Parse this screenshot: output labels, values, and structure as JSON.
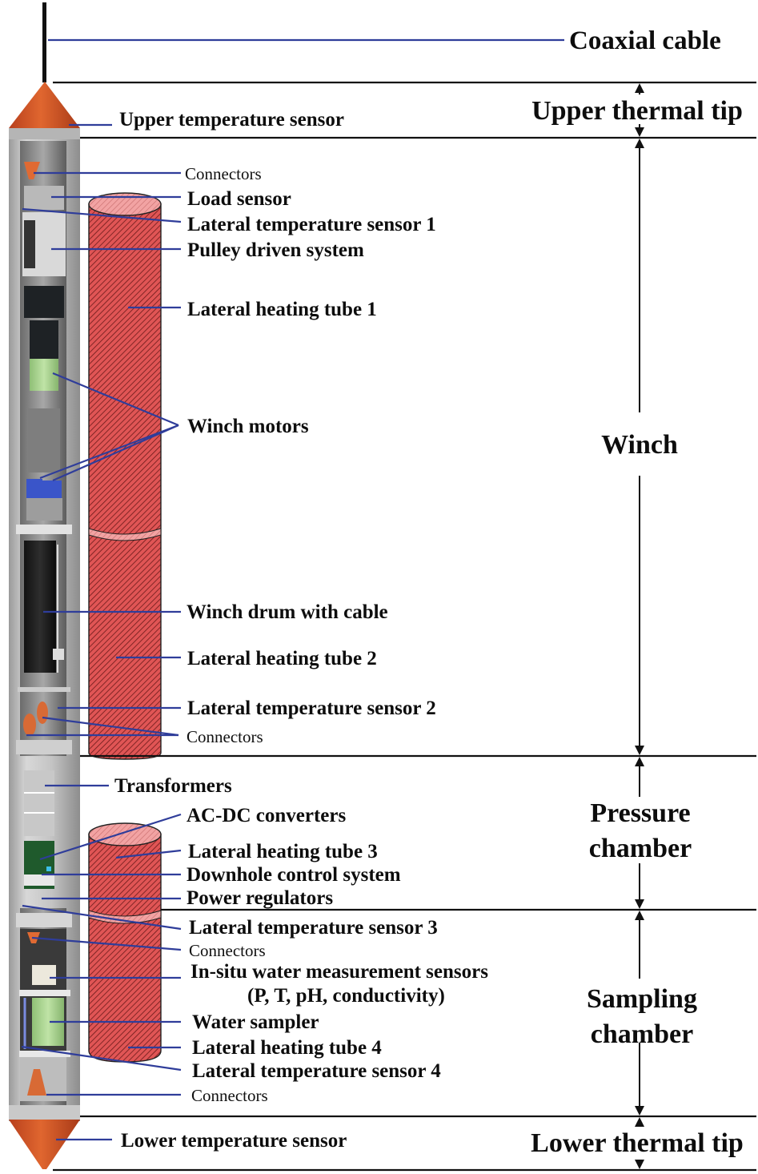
{
  "figure": {
    "top_label": "Coaxial cable",
    "sections": [
      {
        "id": "upper-thermal-tip",
        "label_lines": [
          "Upper thermal tip"
        ]
      },
      {
        "id": "winch",
        "label_lines": [
          "Winch"
        ]
      },
      {
        "id": "pressure-chamber",
        "label_lines": [
          "Pressure",
          "chamber"
        ]
      },
      {
        "id": "sampling-chamber",
        "label_lines": [
          "Sampling",
          "chamber"
        ]
      },
      {
        "id": "lower-thermal-tip",
        "label_lines": [
          "Lower thermal tip"
        ]
      }
    ],
    "components": [
      {
        "id": "upper-temperature-sensor",
        "label": "Upper temperature sensor",
        "bold": true
      },
      {
        "id": "connectors-1",
        "label": "Connectors",
        "bold": false
      },
      {
        "id": "load-sensor",
        "label": "Load sensor",
        "bold": true
      },
      {
        "id": "lateral-temperature-sensor-1",
        "label": "Lateral temperature sensor 1",
        "bold": true
      },
      {
        "id": "pulley-driven-system",
        "label": "Pulley driven system",
        "bold": true
      },
      {
        "id": "lateral-heating-tube-1",
        "label": "Lateral heating tube 1",
        "bold": true
      },
      {
        "id": "winch-motors",
        "label": "Winch motors",
        "bold": true
      },
      {
        "id": "winch-drum-with-cable",
        "label": "Winch drum with cable",
        "bold": true
      },
      {
        "id": "lateral-heating-tube-2",
        "label": "Lateral heating tube 2",
        "bold": true
      },
      {
        "id": "lateral-temperature-sensor-2",
        "label": "Lateral temperature sensor 2",
        "bold": true
      },
      {
        "id": "connectors-2",
        "label": "Connectors",
        "bold": false
      },
      {
        "id": "transformers",
        "label": "Transformers",
        "bold": true
      },
      {
        "id": "ac-dc-converters",
        "label": "AC-DC converters",
        "bold": true
      },
      {
        "id": "lateral-heating-tube-3",
        "label": "Lateral heating tube 3",
        "bold": true
      },
      {
        "id": "downhole-control-system",
        "label": "Downhole control system",
        "bold": true
      },
      {
        "id": "power-regulators",
        "label": "Power regulators",
        "bold": true
      },
      {
        "id": "lateral-temperature-sensor-3",
        "label": "Lateral temperature sensor 3",
        "bold": true
      },
      {
        "id": "connectors-3",
        "label": "Connectors",
        "bold": false
      },
      {
        "id": "in-situ-water-measurement-sensors",
        "label": "In-situ water measurement sensors",
        "bold": true
      },
      {
        "id": "in-situ-parameters",
        "label": "(P, T, pH, conductivity)",
        "bold": true
      },
      {
        "id": "water-sampler",
        "label": "Water sampler",
        "bold": true
      },
      {
        "id": "lateral-heating-tube-4",
        "label": "Lateral heating tube 4",
        "bold": true
      },
      {
        "id": "lateral-temperature-sensor-4",
        "label": "Lateral temperature sensor 4",
        "bold": true
      },
      {
        "id": "connectors-4",
        "label": "Connectors",
        "bold": false
      },
      {
        "id": "lower-temperature-sensor",
        "label": "Lower temperature sensor",
        "bold": true
      }
    ],
    "colors": {
      "leader_line": "#2f3d9a",
      "heating_tube": "#d94a4a",
      "heating_tube_top": "#f0a0a0",
      "thermal_tip": "#d4582a",
      "casing": "#c9c9c9",
      "motor_green": "#a9d68e",
      "motor_blue": "#3a55c9"
    }
  }
}
